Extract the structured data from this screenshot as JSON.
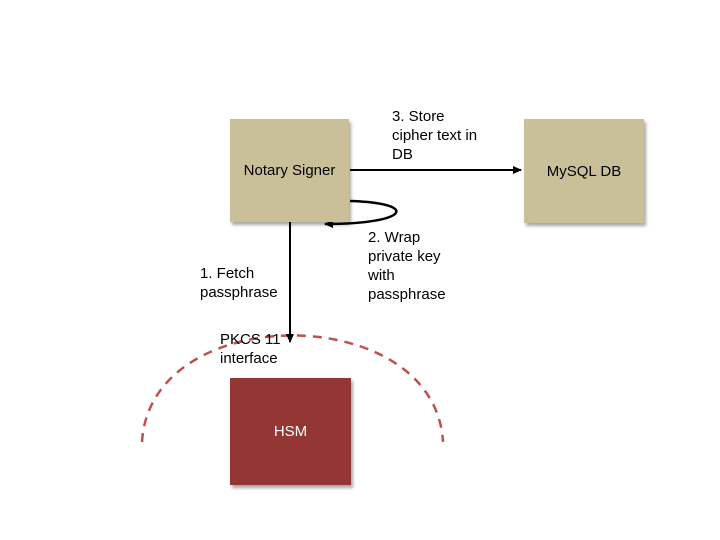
{
  "colors": {
    "component_box": "#c9c09a",
    "hsm_box": "#943634",
    "hsm_text": "#ffffff",
    "boundary": "#c0504d",
    "arrow": "#000000"
  },
  "nodes": {
    "notary_signer": "Notary Signer",
    "mysql_db": "MySQL DB",
    "hsm": "HSM"
  },
  "edges": {
    "store": [
      "3. Store",
      "cipher text in",
      "DB"
    ],
    "wrap": [
      "2. Wrap",
      "private key",
      "with",
      "passphrase"
    ],
    "fetch": [
      "1. Fetch",
      "passphrase"
    ],
    "interface": [
      "PKCS 11",
      "interface"
    ]
  }
}
